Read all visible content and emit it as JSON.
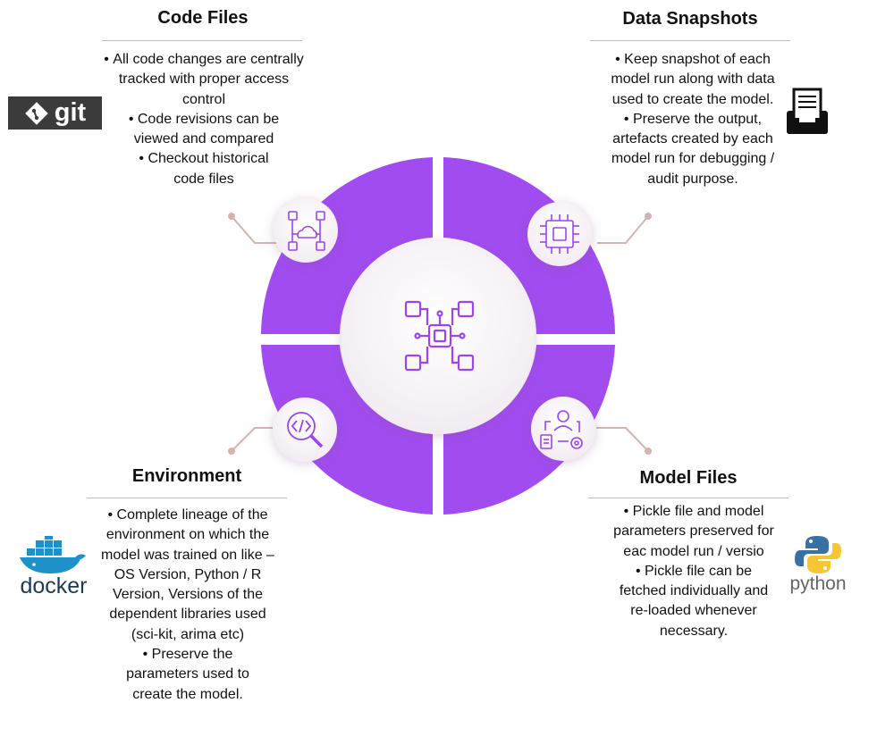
{
  "colors": {
    "segment": "#a14cf0",
    "center_icon": "#9b45f0",
    "connector": "#d7b2b2",
    "card": "#f9f6f9"
  },
  "code_files": {
    "title": "Code Files",
    "bullets": [
      "All code changes are centrally tracked with proper access control",
      "Code revisions can be viewed and compared",
      "Checkout historical code files"
    ],
    "logo_text": "git",
    "icon": "cloud-network-icon"
  },
  "data_snapshots": {
    "title": "Data Snapshots",
    "bullets": [
      "Keep snapshot of each model run along with data used to create the model.",
      "Preserve the output, artefacts created by each model run for debugging / audit purpose."
    ],
    "logo_icon": "document-tray-icon",
    "icon": "microchip-icon"
  },
  "environment": {
    "title": "Environment",
    "bullets": [
      "Complete lineage of the environment on which the model was trained on like – OS Version, Python / R Version, Versions of the dependent libraries used (sci-kit, arima etc)",
      "Preserve the parameters used to create the model."
    ],
    "logo_text": "docker",
    "icon": "code-magnifier-icon"
  },
  "model_files": {
    "title": "Model Files",
    "bullets": [
      "Pickle file and model parameters preserved for eac model run / versio",
      "Pickle file can be fetched individually and re-loaded whenever necessary."
    ],
    "logo_text": "python",
    "icon": "engineer-gear-icon"
  },
  "center": {
    "icon": "circuit-network-icon"
  }
}
